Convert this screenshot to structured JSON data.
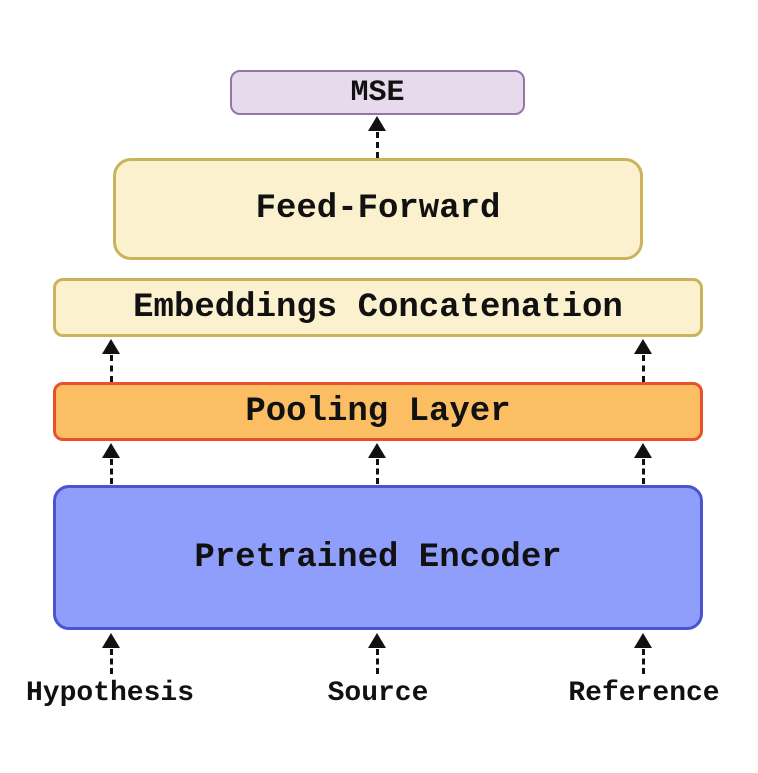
{
  "diagram": {
    "title": "Model architecture: pretrained encoder with pooling, embeddings concatenation, feed-forward head and MSE loss",
    "background_color": "#ffffff",
    "arrow_color": "#111111",
    "text_color": "#111111",
    "boxes": {
      "mse": {
        "label": "MSE",
        "fill": "#E7DAED",
        "border": "#9575A6"
      },
      "ff": {
        "label": "Feed-Forward",
        "fill": "#FBF1CF",
        "border": "#C9B45C"
      },
      "embed": {
        "label": "Embeddings Concatenation",
        "fill": "#FBF1CF",
        "border": "#C9B45C"
      },
      "pool": {
        "label": "Pooling Layer",
        "fill": "#FCBE62",
        "border": "#E9512B"
      },
      "encoder": {
        "label": "Pretrained Encoder",
        "fill": "#8F9EFB",
        "border": "#4A53D0"
      }
    },
    "inputs": {
      "hypothesis": {
        "label": "Hypothesis"
      },
      "source": {
        "label": "Source"
      },
      "reference": {
        "label": "Reference"
      }
    },
    "connections": [
      "Hypothesis -> Pretrained Encoder",
      "Source -> Pretrained Encoder",
      "Reference -> Pretrained Encoder",
      "Pretrained Encoder -> Pooling Layer (left, center, right)",
      "Pooling Layer -> Embeddings Concatenation (left, right)",
      "Feed-Forward -> MSE (center)"
    ]
  }
}
